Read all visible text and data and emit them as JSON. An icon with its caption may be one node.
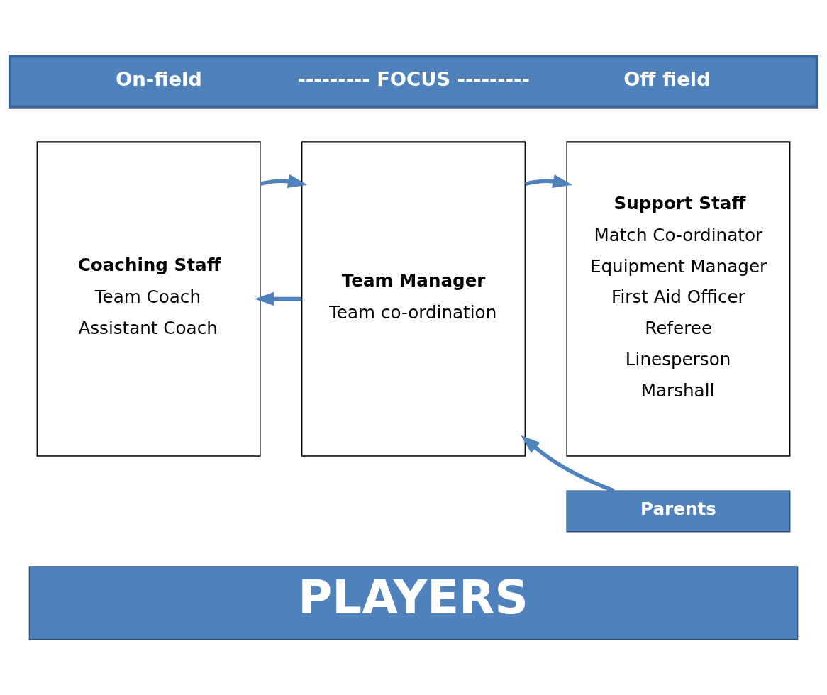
{
  "diagram": {
    "nodes": [
      {
        "text": [
          "On-field",
          "--------- FOCUS ---------",
          "Off field"
        ]
      },
      {
        "text": [
          "Coaching Staff",
          "Team Coach",
          "Assistant Coach"
        ]
      },
      {
        "text": [
          "Team Manager",
          "Team co-ordination"
        ]
      },
      {
        "text": [
          "Support Staff",
          "Match Co-ordinator",
          "Equipment Manager",
          "First Aid Officer",
          "Referee",
          "Linesperson",
          "Marshall"
        ]
      },
      {
        "text": [
          "Parents"
        ]
      },
      {
        "text": [
          "PLAYERS"
        ]
      }
    ],
    "edges": [
      {
        "from": 2,
        "to": 1,
        "arrow": "to"
      },
      {
        "from": 2,
        "to": 3,
        "arrow": "to"
      },
      {
        "from": 1,
        "to": 2,
        "arrow": "to"
      },
      {
        "from": 4,
        "to": 2,
        "arrow": "to"
      }
    ]
  }
}
